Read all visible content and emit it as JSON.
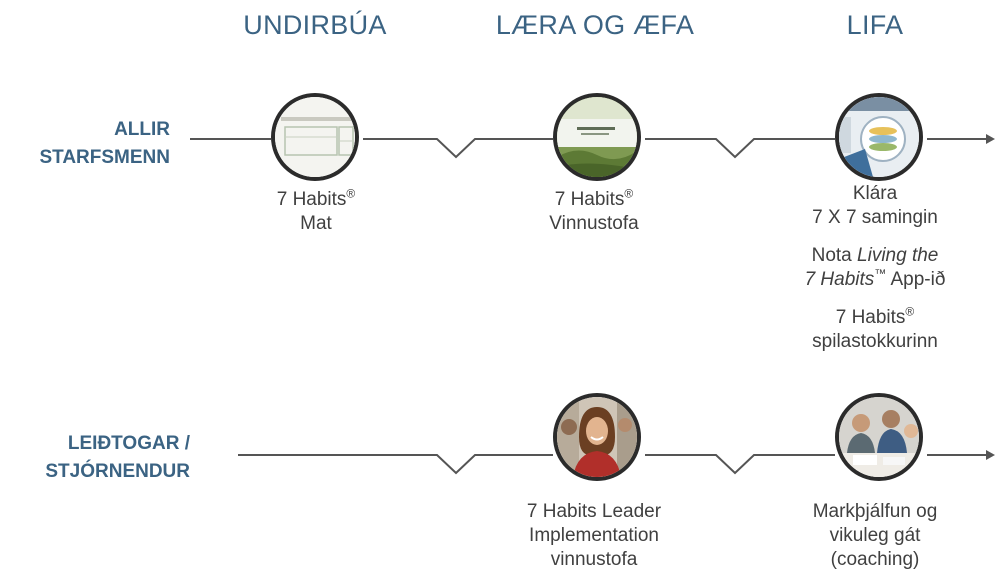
{
  "phases": [
    "UNDIRBÚA",
    "LÆRA OG ÆFA",
    "LIFA"
  ],
  "rows": {
    "all_staff": {
      "line1": "ALLIR",
      "line2": "STARFSMENN"
    },
    "leaders": {
      "line1": "LEIÐTOGAR /",
      "line2": "STJÓRNENDUR"
    }
  },
  "row1": {
    "step1": {
      "line1": "7 Habits",
      "reg": "®",
      "line2": "Mat",
      "image": "assessment-form"
    },
    "step2": {
      "line1": "7 Habits",
      "reg": "®",
      "line2": "Vinnustofa",
      "image": "workshop-cover"
    },
    "step3": {
      "a1": "Klára",
      "a2": "7 X 7 samingin",
      "b_prefix": "Nota ",
      "b_italic1": "Living the",
      "b_italic2": "7 Habits",
      "tm": "™",
      "b_suffix": " App-ið",
      "c1": "7 Habits",
      "reg": "®",
      "c2": "spilastokkurinn",
      "image": "habits-wheel-app"
    }
  },
  "row2": {
    "step2": {
      "line1": "7 Habits Leader",
      "line2": "Implementation",
      "line3": "vinnustofa",
      "image": "smiling-woman-photo"
    },
    "step3": {
      "line1": "Markþjálfun og",
      "line2": "vikuleg gát",
      "line3": "(coaching)",
      "image": "coaching-meeting-photo"
    }
  },
  "colors": {
    "heading": "#3b6383",
    "text": "#404040",
    "line": "#555555"
  }
}
